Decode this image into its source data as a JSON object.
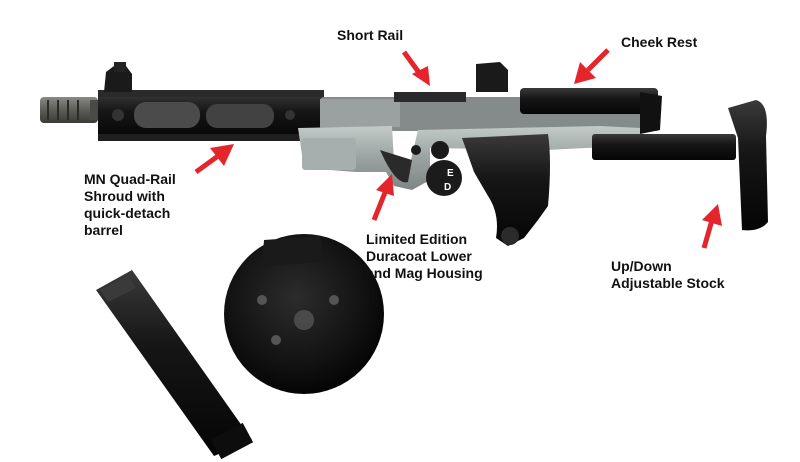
{
  "colors": {
    "arrow": "#e4262c",
    "frame": "#9ea7a5",
    "black_parts": "#151515",
    "barrel": "#6b6b66",
    "label_text": "#111111"
  },
  "labels": {
    "short_rail": "Short Rail",
    "cheek_rest": "Cheek Rest",
    "quad_rail": "MN Quad-Rail\nShroud with\nquick-detach\nbarrel",
    "lower": "Limited Edition\nDuracoat Lower\nand Mag Housing",
    "stock": "Up/Down\nAdjustable Stock"
  },
  "selector_marks": {
    "top": "E",
    "bottom": "D"
  },
  "icons": [
    "arrow-short-rail-icon",
    "arrow-cheek-rest-icon",
    "arrow-quad-rail-icon",
    "arrow-lower-icon",
    "arrow-stock-icon"
  ]
}
